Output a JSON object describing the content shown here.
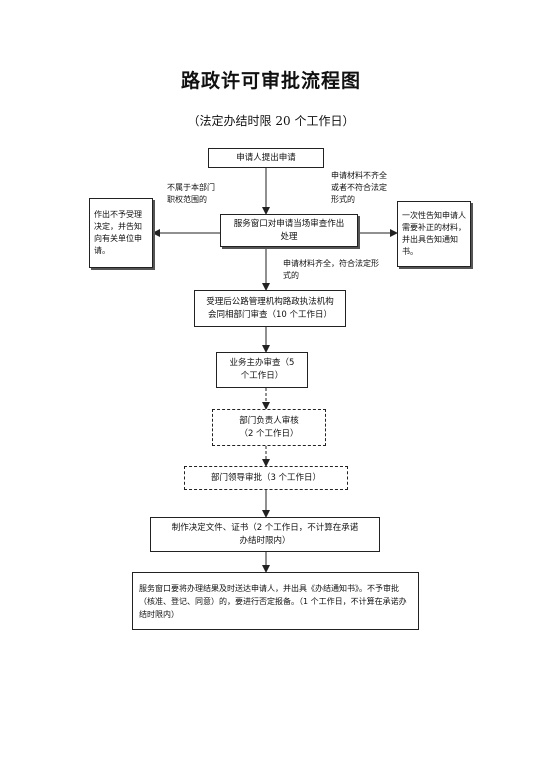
{
  "title": "路政许可审批流程图",
  "subtitle": "（法定办结时限 20 个工作日）",
  "boxes": {
    "apply": "申请人提出申请",
    "window": "服务窗口对申请当场审查作出处理",
    "reject": "作出不予受理决定，并告知向有关单位申请。",
    "supplement": "一次性告知申请人需要补正的材料，并出具告知通知书。",
    "joint_review": "受理后公路管理机构路政执法机构会同相部门审查（10 个工作日）",
    "business": "业务主办审查（5个工作日）",
    "dept_head": "部门负责人审核（2 个工作日）",
    "dept_leader": "部门领导审批（3 个工作日）",
    "document": "制作决定文件、证书（2 个工作日，不计算在承诺办结时限内）",
    "final": "服务窗口要将办理结果及时送达申请人，并出具《办结通知书》。不予审批（核准、登记、同意）的，要进行否定报备。（1 个工作日，不计算在承诺办结时限内）"
  },
  "labels": {
    "not_in_scope": "不属于本部门职权范围的",
    "incomplete": "申请材料不齐全或者不符合法定形式的",
    "complete": "申请材料齐全，符合法定形式的"
  }
}
